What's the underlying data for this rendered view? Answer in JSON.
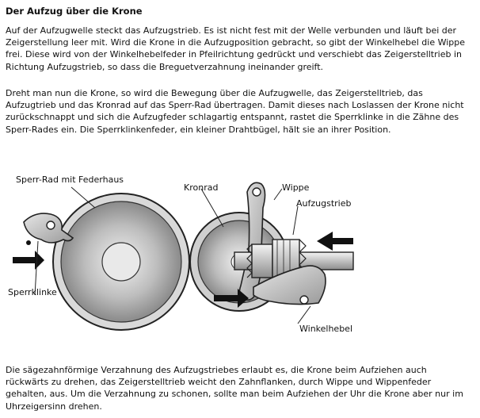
{
  "title": "Der Aufzug über die Krone",
  "paragraphs": [
    "Auf der Aufzugwelle steckt das Aufzugstrieb. Es ist nicht fest mit der Welle verbunden und läuft bei der Zeigerstellung leer mit. Wird die Krone in die Aufzugposition gebracht, so gibt der Winkelhebel die Wippe frei. Diese wird von der Winkelhebelfeder in Pfeilrichtung gedrückt und verschiebt das Zeigerstelltrieb in Richtung Aufzugstrieb, so dass die Breguetverzahnung ineinander greift.",
    "Dreht man nun die Krone, so wird die Bewegung über die Aufzugwelle, das Zeigerstelltrieb, das Aufzugtrieb und das Kronrad auf das Sperr-Rad übertragen. Damit dieses nach Loslassen der Krone nicht zurückschnappt und sich die Aufzugfeder schlagartig entspannt, rastet die Sperrklinke in die Zähne des Sperr-Rades ein. Die Sperrklinkenfeder, ein kleiner Drahtbügel, hält sie an ihrer Position.",
    "Die sägezahnförmige Verzahnung des Aufzugstriebes erlaubt es, die Krone beim Aufziehen auch rückwärts zu drehen, das Zeigerstelltrieb weicht den Zahnflanken, durch Wippe und Wippenfeder gehalten, aus. Um die Verzahnung zu schonen, sollte man beim Aufziehen der Uhr die Krone aber nur im Uhrzeigersinn drehen."
  ],
  "figure": {
    "labels": {
      "sperr_rad": "Sperr-Rad mit Federhaus",
      "kronrad": "Kronrad",
      "wippe": "Wippe",
      "aufzugstrieb": "Aufzugstrieb",
      "sperrklinke": "Sperrklinke",
      "winkelhebel": "Winkelhebel"
    }
  }
}
